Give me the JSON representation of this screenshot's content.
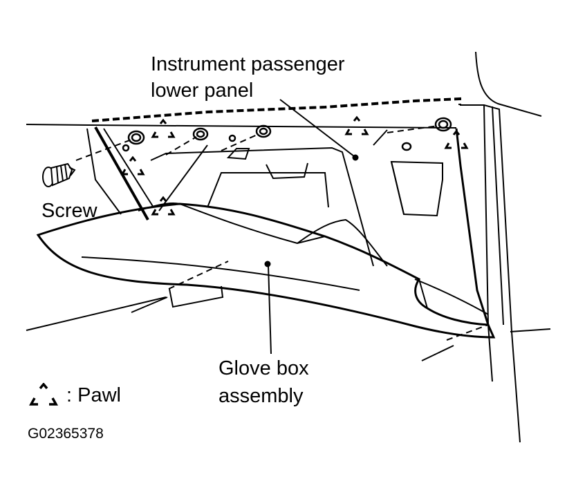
{
  "labels": {
    "panel_line1": "Instrument passenger",
    "panel_line2": "lower panel",
    "screw": "Screw",
    "glove_line1": "Glove box",
    "glove_line2": "assembly",
    "legend_text": ": Pawl",
    "figure_code": "G02365378"
  },
  "icons": {
    "pawl": "recycle-triangle-icon",
    "screw": "screw-icon"
  },
  "colors": {
    "ink": "#000000",
    "paper": "#ffffff"
  }
}
